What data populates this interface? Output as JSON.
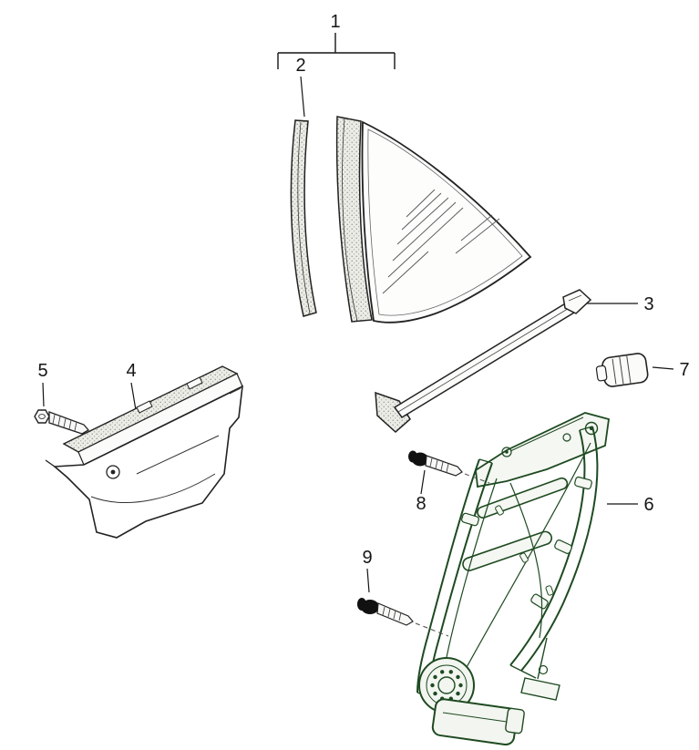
{
  "diagram": {
    "type": "exploded-parts-diagram",
    "callouts": [
      {
        "num": "1",
        "target": "quarter-window-assembly"
      },
      {
        "num": "2",
        "target": "sealing-strip"
      },
      {
        "num": "3",
        "target": "guide-rail"
      },
      {
        "num": "4",
        "target": "mounting-bracket"
      },
      {
        "num": "5",
        "target": "screw"
      },
      {
        "num": "6",
        "target": "window-regulator"
      },
      {
        "num": "7",
        "target": "retaining-clip"
      },
      {
        "num": "8",
        "target": "fastener"
      },
      {
        "num": "9",
        "target": "fastener"
      }
    ],
    "colors": {
      "line": "#1a1a1a",
      "regulator_green": "#1e4a21",
      "stipple_fill": "#ecece7",
      "background": "#ffffff"
    }
  }
}
